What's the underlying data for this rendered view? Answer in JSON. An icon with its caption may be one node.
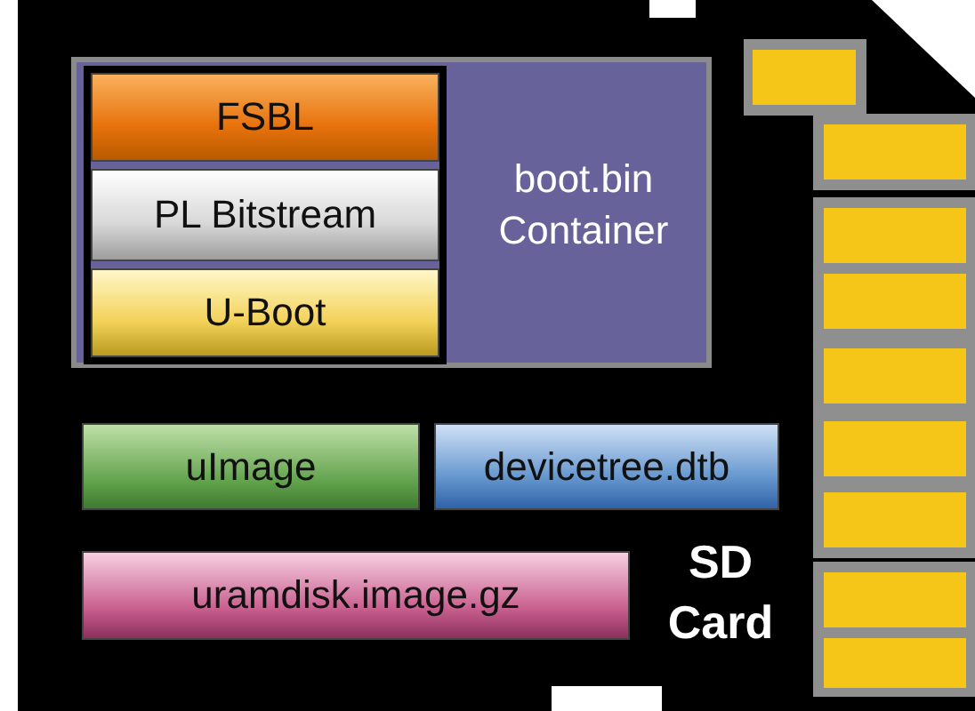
{
  "diagram": {
    "nodes": [
      {
        "text": [
          "SD Card"
        ]
      },
      {
        "text": [
          "boot.bin Container"
        ],
        "in": 0
      },
      {
        "text": [
          "FSBL"
        ],
        "in": 1
      },
      {
        "text": [
          "PL Bitstream"
        ],
        "in": 1
      },
      {
        "text": [
          "U-Boot"
        ],
        "in": 1
      },
      {
        "text": [
          "uImage"
        ],
        "in": 0
      },
      {
        "text": [
          "devicetree.dtb"
        ],
        "in": 0
      },
      {
        "text": [
          "uramdisk.image.gz"
        ],
        "in": 0
      }
    ],
    "edges": []
  }
}
